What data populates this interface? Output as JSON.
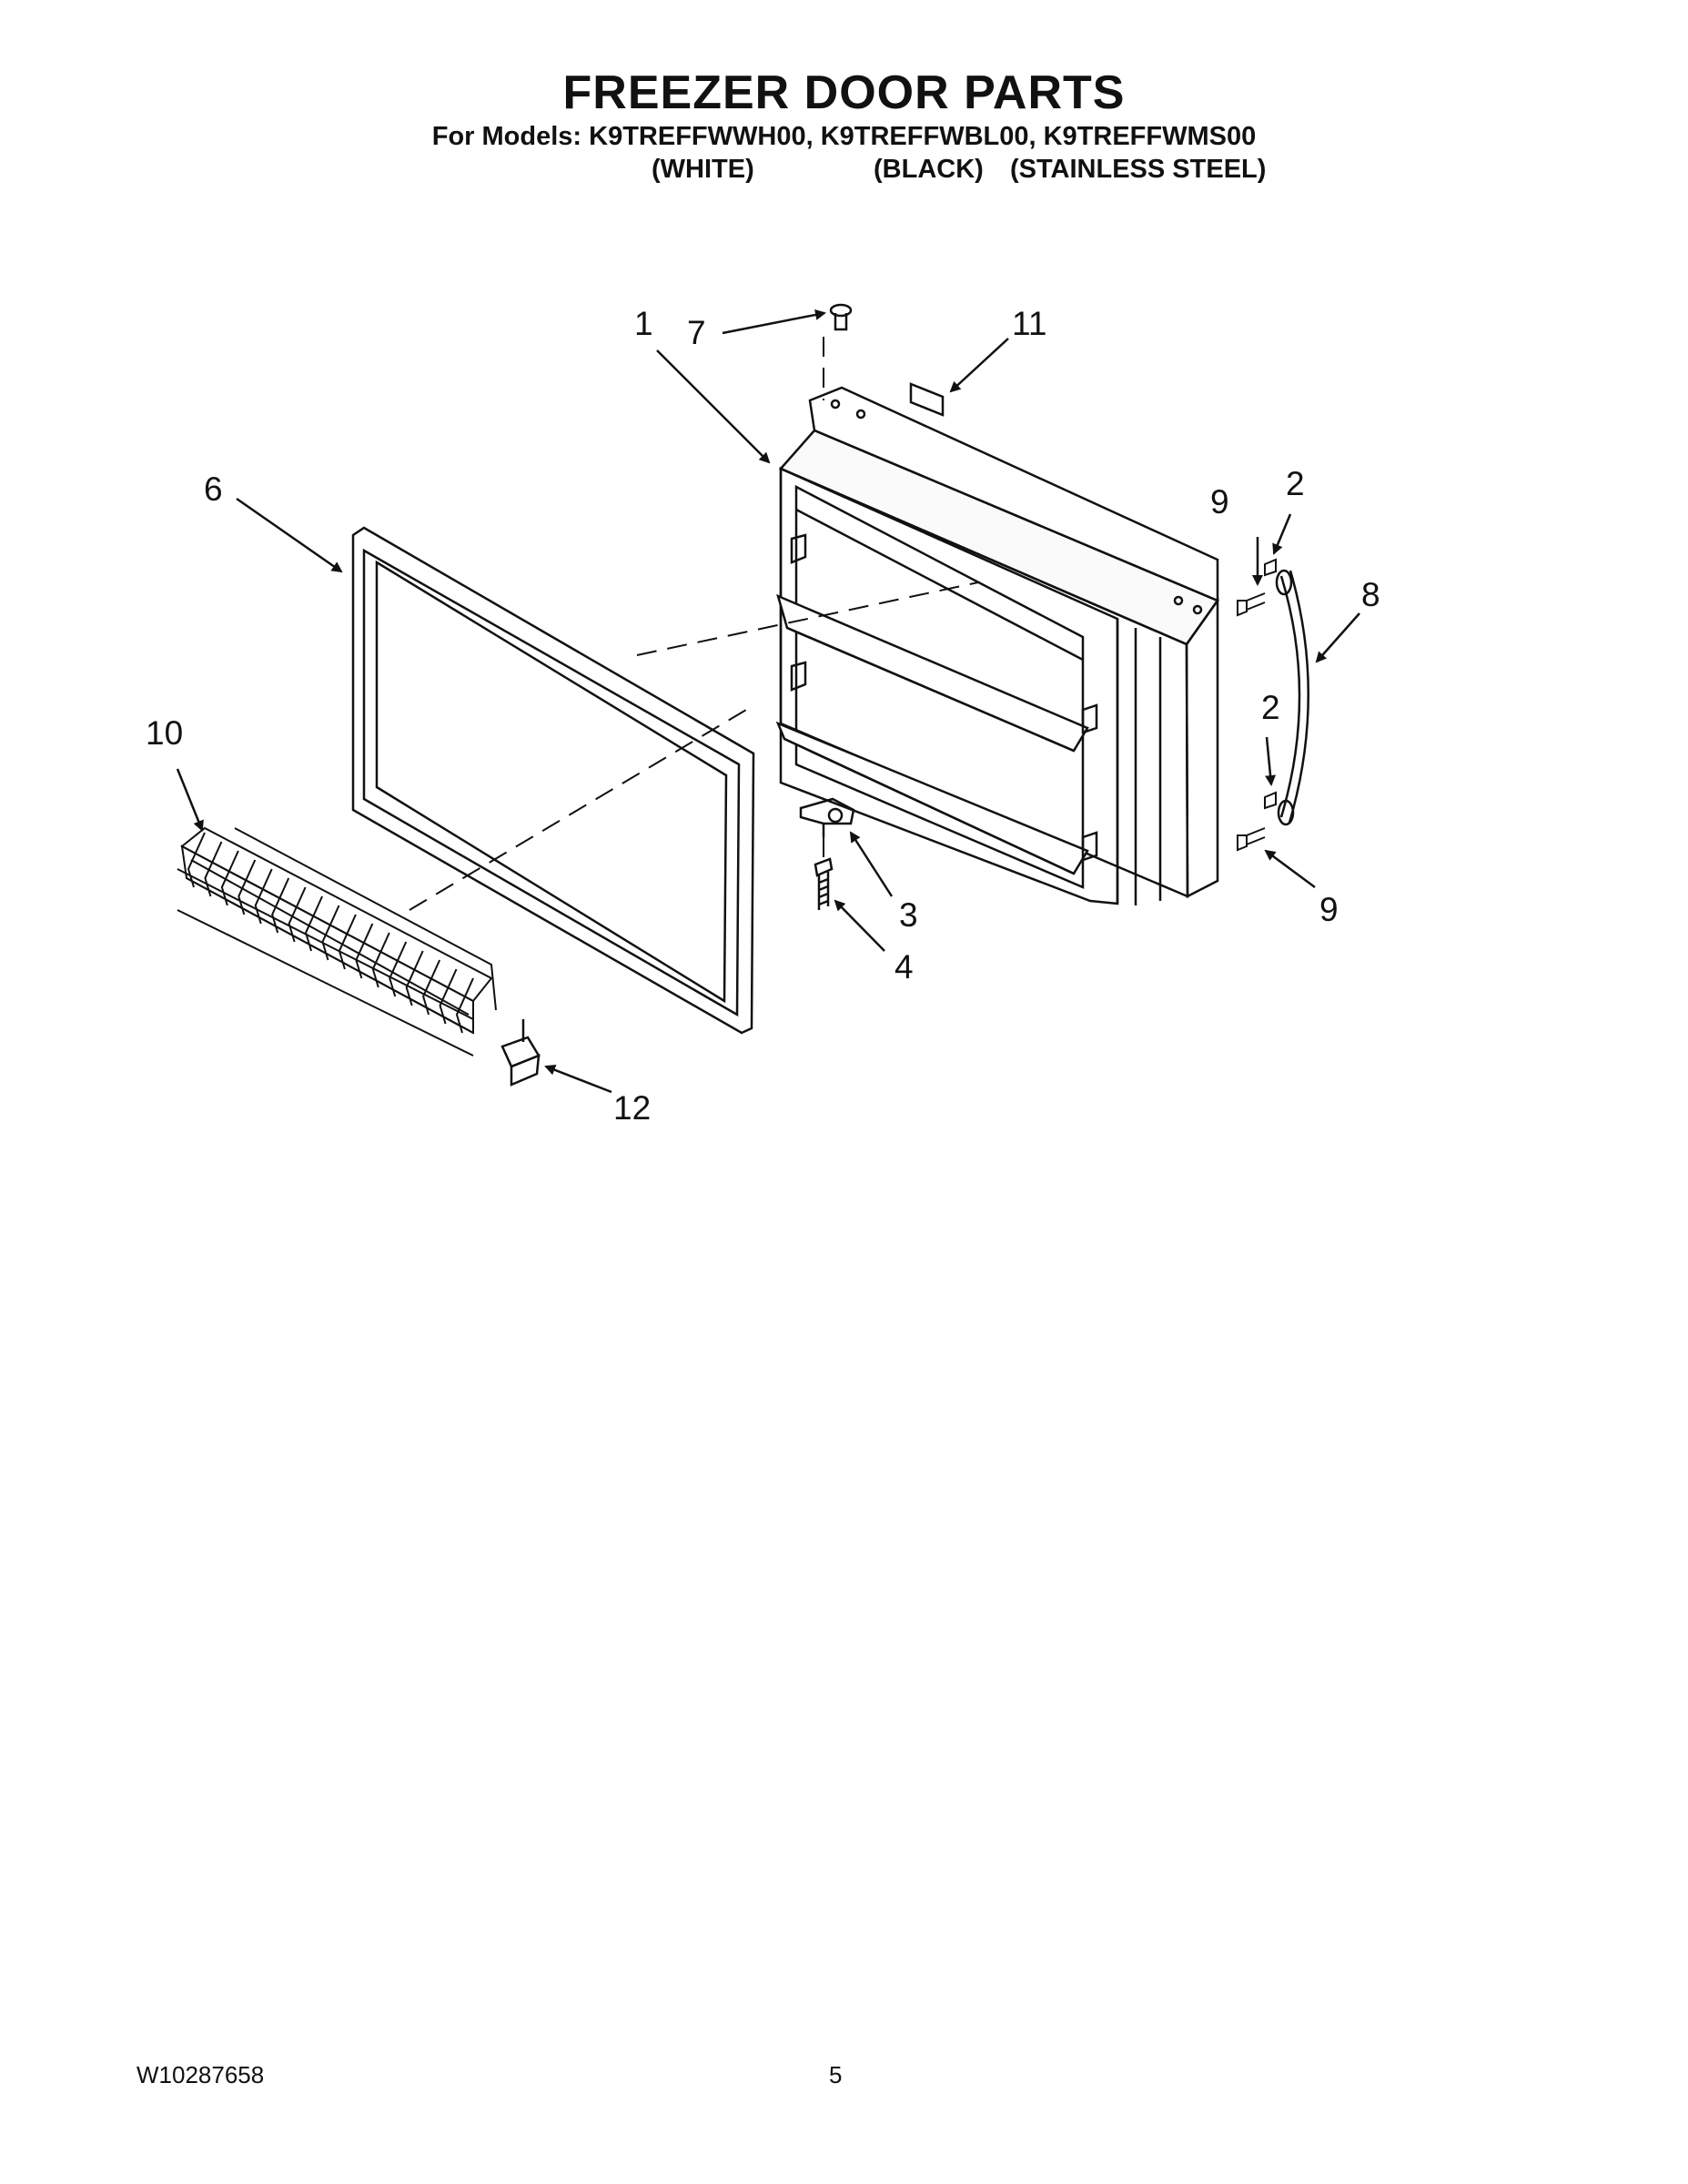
{
  "header": {
    "title": "FREEZER DOOR PARTS",
    "models_line": "For Models: K9TREFFWWH00, K9TREFFWBL00, K9TREFFWMS00",
    "colors": [
      "(WHITE)",
      "(BLACK)",
      "(STAINLESS STEEL)"
    ]
  },
  "callouts": [
    "1",
    "2",
    "2",
    "3",
    "4",
    "6",
    "7",
    "8",
    "9",
    "9",
    "10",
    "11",
    "12"
  ],
  "footer": {
    "doc_number": "W10287658",
    "page_number": "5"
  }
}
